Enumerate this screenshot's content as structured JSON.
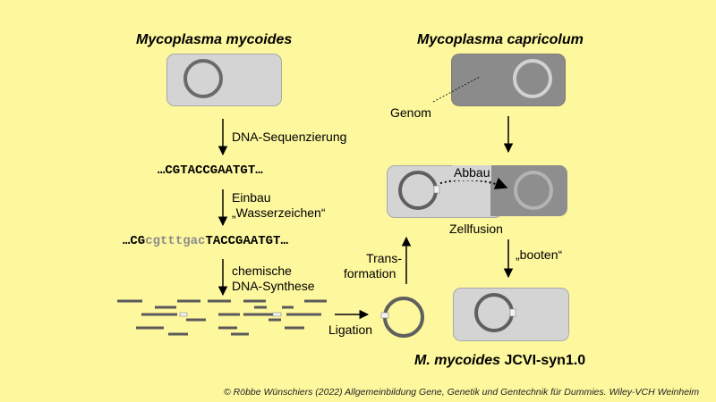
{
  "left": {
    "title": "Mycoplasma mycoides",
    "step1": "DNA-Sequenzierung",
    "seq1": "…CGTACCGAATGT…",
    "step2_line1": "Einbau",
    "step2_line2": "„Wasserzeichen“",
    "seq2_prefix": "…CG",
    "seq2_mark": "cgtttgac",
    "seq2_suffix": "TACCGAATGT…",
    "step3_line1": "chemische",
    "step3_line2": "DNA-Synthese",
    "ligation": "Ligation"
  },
  "right": {
    "title": "Mycoplasma capricolum",
    "genome": "Genom",
    "degrade": "Abbau",
    "fusion": "Zellfusion",
    "transform_line1": "Trans-",
    "transform_line2": "formation",
    "boot": "„booten“",
    "result_italic": "M. mycoides",
    "result_plain": " JCVI-syn1.0"
  },
  "caption": "© Röbbe Wünschiers (2022) Allgemeinbildung Gene, Genetik und Gentechnik für Dummies. Wiley-VCH Weinheim"
}
